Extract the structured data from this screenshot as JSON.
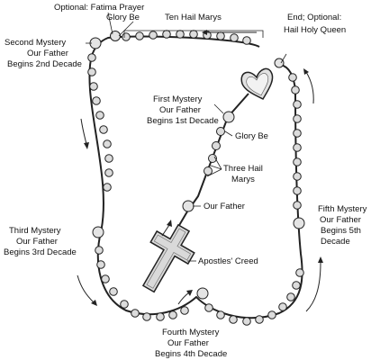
{
  "labels": {
    "fatima_prayer": "Optional: Fatima Prayer",
    "glory_be_top": "Glory Be",
    "ten_hail_marys": "Ten Hail Marys",
    "end_line1": "End; Optional:",
    "end_line2": "Hail Holy Queen",
    "second_mystery": [
      "Second Mystery",
      "Our Father",
      "Begins 2nd Decade"
    ],
    "first_mystery": [
      "First Mystery",
      "Our Father",
      "Begins 1st Decade"
    ],
    "glory_be_stem": "Glory Be",
    "three_hail_marys": [
      "Three Hail",
      "Marys"
    ],
    "our_father": "Our Father",
    "fifth_mystery": [
      "Fifth Mystery",
      "Our Father",
      "Begins 5th",
      "Decade"
    ],
    "third_mystery": [
      "Third Mystery",
      "Our Father",
      "Begins 3rd Decade"
    ],
    "apostles_creed": "Apostles' Creed",
    "fourth_mystery": [
      "Fourth Mystery",
      "Our Father",
      "Begins 4th Decade"
    ]
  },
  "colors": {
    "bead_fill": "#dcdcdc",
    "line": "#222222"
  }
}
